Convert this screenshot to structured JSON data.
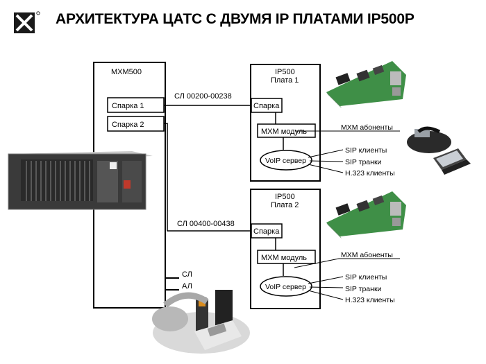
{
  "header": {
    "title": "АРХИТЕКТУРА ЦАТС С ДВУМЯ IP ПЛАТАМИ IP500P",
    "logo": "mxm-logo-icon"
  },
  "mxm500": {
    "label": "МХМ500",
    "spark1": "Спарка 1",
    "spark2": "Спарка 2",
    "line_cl": "СЛ",
    "line_al": "АЛ"
  },
  "links": {
    "upper": "СЛ 00200-00238",
    "lower": "СЛ 00400-00438"
  },
  "boards": [
    {
      "title1": "IP500",
      "title2": "Плата 1",
      "spark": "Спарка",
      "module": "МХМ модуль",
      "voip": "VoIP сервер",
      "subscribers": "МХМ абоненты",
      "clients": [
        "SIP клиенты",
        "SIP транки",
        "H.323 клиенты"
      ]
    },
    {
      "title1": "IP500",
      "title2": "Плата 2",
      "spark": "Спарка",
      "module": "МХМ модуль",
      "voip": "VoIP сервер",
      "subscribers": "МХМ абоненты",
      "clients": [
        "SIP клиенты",
        "SIP транки",
        "H.323 клиенты"
      ]
    }
  ],
  "images": [
    "pcb-board-image",
    "pcb-board-image",
    "ip-phone-laptop-image",
    "rack-chassis-image",
    "desk-phones-image"
  ]
}
